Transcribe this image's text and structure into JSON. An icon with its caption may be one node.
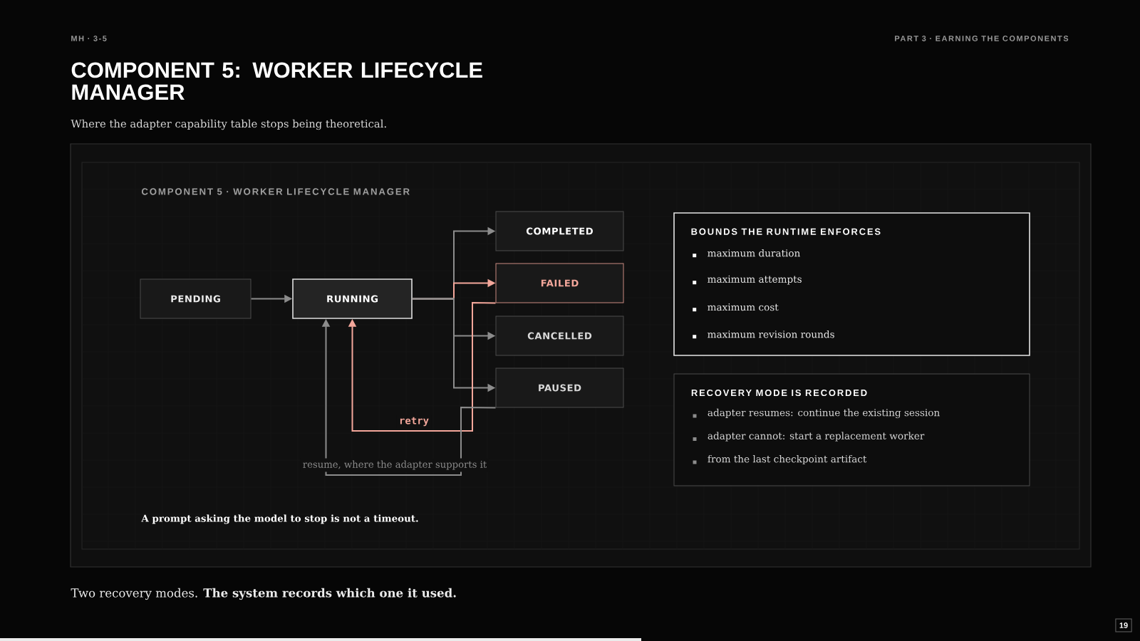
{
  "diagram": {
    "title": "COMPONENT 5: WORKER LIFECYCLE MANAGER",
    "nodes": [
      {
        "text": [
          "PENDING"
        ]
      },
      {
        "text": [
          "RUNNING"
        ]
      },
      {
        "text": [
          "COMPLETED"
        ]
      },
      {
        "text": [
          "FAILED"
        ]
      },
      {
        "text": [
          "CANCELLED"
        ]
      },
      {
        "text": [
          "PAUSED"
        ]
      },
      {
        "text": [
          "BOUNDS THE RUNTIME ENFORCES",
          "maximum duration",
          "maximum attempts",
          "maximum cost",
          "maximum revision rounds"
        ]
      },
      {
        "text": [
          "RECOVERY MODE IS RECORDED",
          "adapter resumes: continue the existing session",
          "adapter cannot: start a replacement worker",
          "from the last checkpoint artifact"
        ]
      }
    ],
    "edges": [
      {
        "from": 0,
        "to": 1,
        "arrow": "to"
      },
      {
        "from": 1,
        "to": 2,
        "arrow": "to"
      },
      {
        "from": 1,
        "to": 3,
        "arrow": "to",
        "color": "#f4a79b"
      },
      {
        "from": 1,
        "to": 4,
        "arrow": "to"
      },
      {
        "from": 1,
        "to": 5,
        "arrow": "to"
      },
      {
        "from": 3,
        "to": 1,
        "arrow": "to",
        "label": "retry",
        "color": "#f4a79b"
      },
      {
        "from": 5,
        "to": 1,
        "arrow": "to",
        "label": "resume, where the adapter supports it"
      }
    ],
    "labels": [
      "MH · 3-5",
      "PART 3 · EARNING THE COMPONENTS",
      "Where the adapter capability table stops being theoretical.",
      "COMPONENT 5 · WORKER LIFECYCLE MANAGER",
      "A prompt asking the model to stop is not a timeout.",
      "Two recovery modes. **The system records which one it used.**",
      "19"
    ]
  }
}
